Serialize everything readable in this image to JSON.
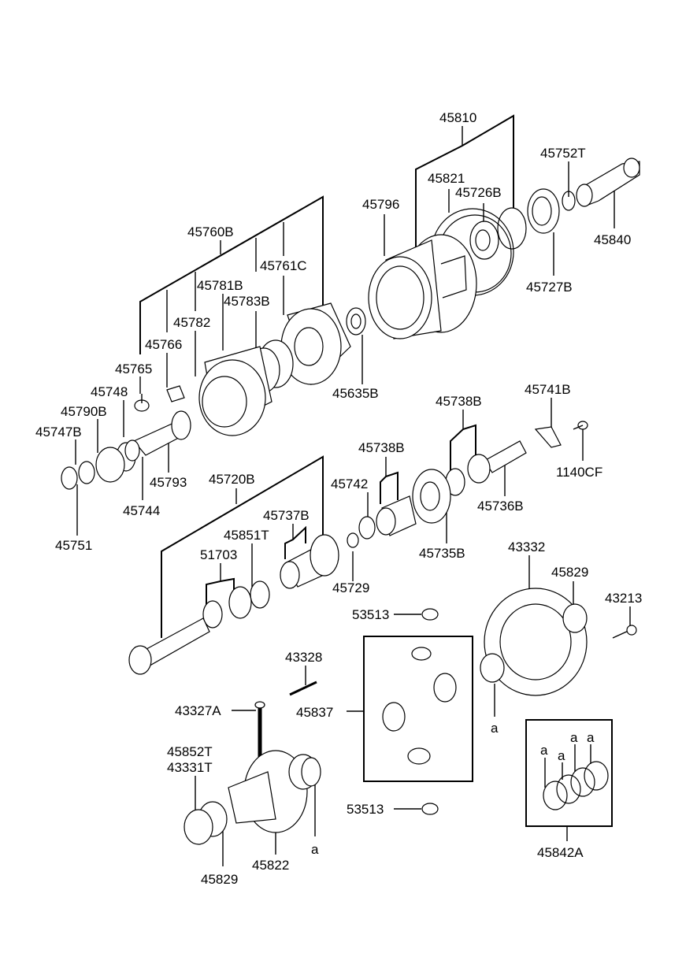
{
  "labels": {
    "l45810": "45810",
    "l45752T": "45752T",
    "l45821": "45821",
    "l45726B": "45726B",
    "l45796": "45796",
    "l45840": "45840",
    "l45760B": "45760B",
    "l45761C": "45761C",
    "l45781B": "45781B",
    "l45783B": "45783B",
    "l45727B": "45727B",
    "l45782": "45782",
    "l45766": "45766",
    "l45765": "45765",
    "l45635B": "45635B",
    "l45748": "45748",
    "l45790B": "45790B",
    "l45747B": "45747B",
    "l45793": "45793",
    "l45744": "45744",
    "l45751": "45751",
    "l45741B": "45741B",
    "l45738B_a": "45738B",
    "l45738B_b": "45738B",
    "l1140CF": "1140CF",
    "l45720B": "45720B",
    "l45742": "45742",
    "l45736B": "45736B",
    "l45737B": "45737B",
    "l45851T": "45851T",
    "l51703": "51703",
    "l45735B": "45735B",
    "l45729": "45729",
    "l43332": "43332",
    "l45829_a": "45829",
    "l43213": "43213",
    "l53513_a": "53513",
    "l43328": "43328",
    "l45837": "45837",
    "l43327A": "43327A",
    "l45852T": "45852T",
    "l43331T": "43331T",
    "l53513_b": "53513",
    "l45829_b": "45829",
    "l45822": "45822",
    "l45842A": "45842A",
    "a1": "a",
    "a2": "a",
    "a3": "a",
    "a4": "a",
    "a5": "a",
    "a6": "a"
  }
}
